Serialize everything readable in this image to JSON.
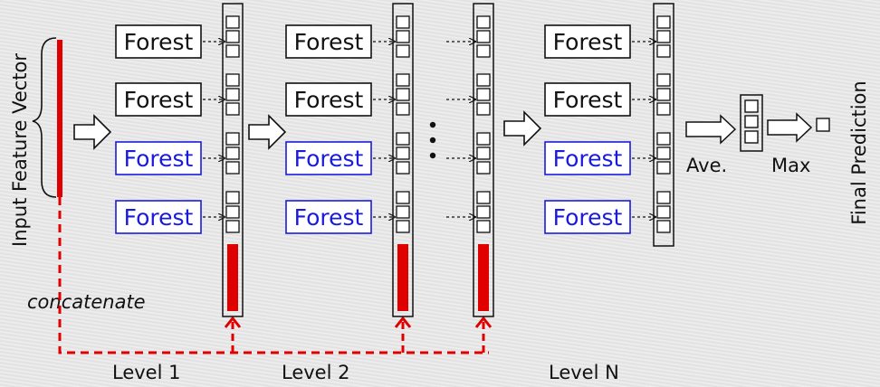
{
  "input_label": "Input Feature Vector",
  "concatenate_label": "concatenate",
  "forest_label": "Forest",
  "levels": [
    {
      "label": "Level 1"
    },
    {
      "label": "Level 2"
    },
    {
      "label": ""
    },
    {
      "label": "Level N"
    }
  ],
  "ave_label": "Ave.",
  "max_label": "Max",
  "final_label": "Final Prediction",
  "forest_types": [
    "black",
    "black",
    "blue",
    "blue"
  ],
  "colors": {
    "black_forest": "#111111",
    "blue_forest": "#1a1adc",
    "red": "#e00000"
  }
}
